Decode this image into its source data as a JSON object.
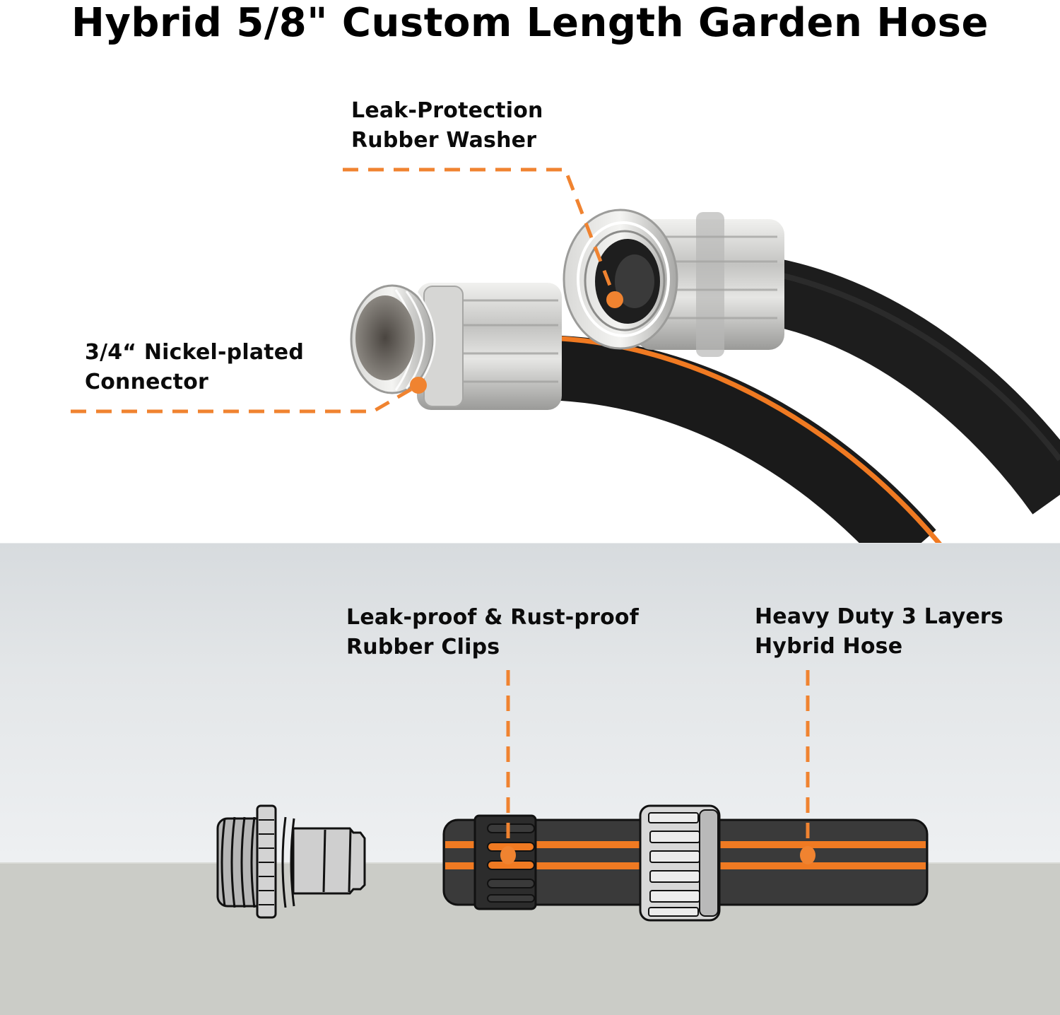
{
  "title": "Hybrid 5/8\" Custom Length Garden Hose",
  "colors": {
    "accent_orange": "#f08330",
    "hose_black": "#1c1c1c",
    "metal_silver": "#c9c9c7",
    "band_light": "#e3e6e8",
    "band_floor": "#cbccc7"
  },
  "callouts": [
    {
      "id": "washer",
      "lines": [
        "Leak-Protection",
        "Rubber Washer"
      ]
    },
    {
      "id": "connector",
      "lines": [
        "3/4“ Nickel-plated",
        "Connector"
      ]
    },
    {
      "id": "clips",
      "lines": [
        "Leak-proof & Rust-proof",
        "Rubber Clips"
      ]
    },
    {
      "id": "hose",
      "lines": [
        "Heavy Duty 3 Layers",
        "Hybrid Hose"
      ]
    }
  ]
}
